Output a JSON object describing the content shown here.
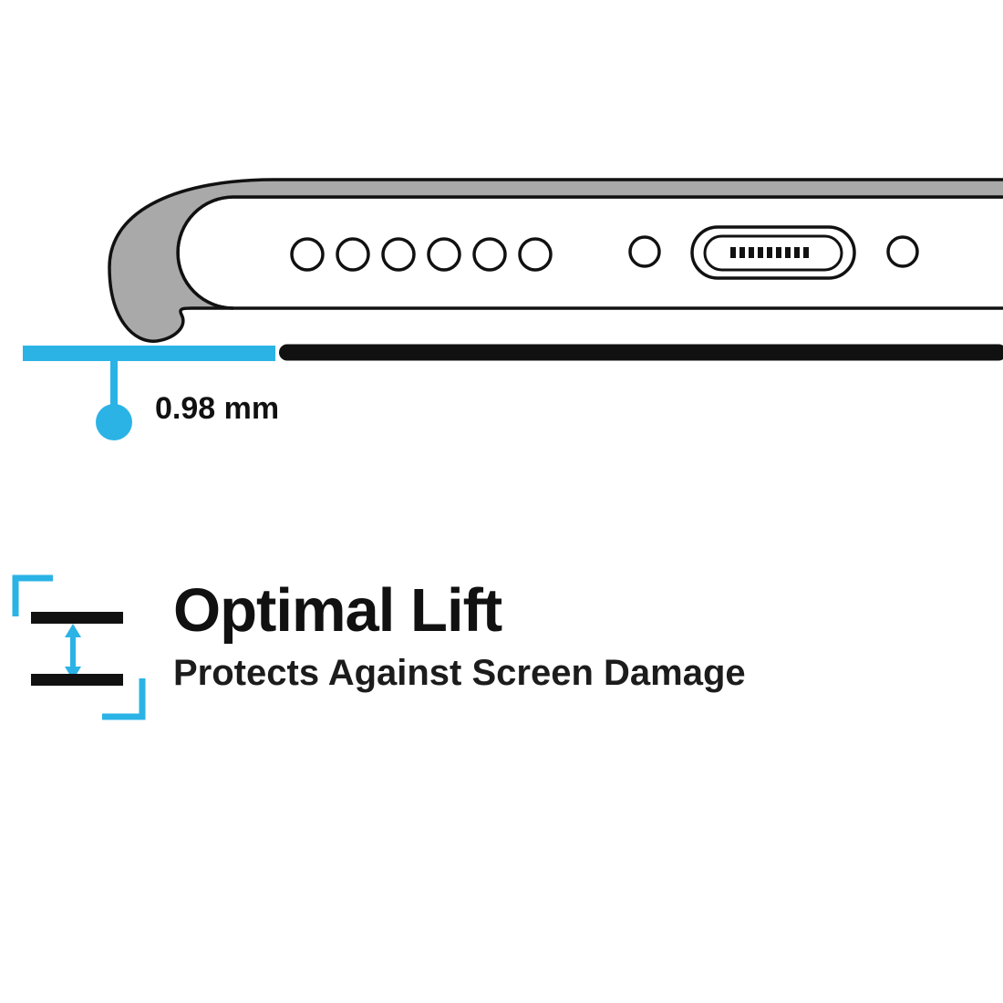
{
  "illustration": {
    "measurement_label": "0.98 mm",
    "colors": {
      "accent": "#2bb3e6",
      "case_gray": "#a9a9a9",
      "outline": "#111111",
      "surface_black": "#111111"
    }
  },
  "feature": {
    "title": "Optimal Lift",
    "subtitle": "Protects Against Screen Damage"
  }
}
